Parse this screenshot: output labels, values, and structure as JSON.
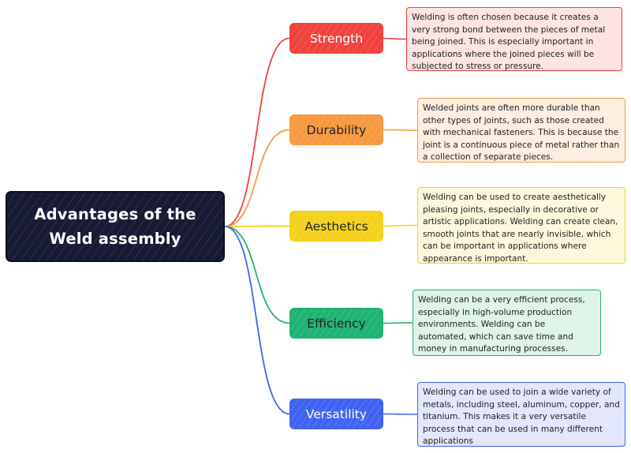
{
  "root": {
    "line1": "Advantages of the",
    "line2": "Weld assembly",
    "color": "#171a35"
  },
  "branches": [
    {
      "label": "Strength",
      "color": "#f0423c",
      "text_color": "#ffffff",
      "note": "Welding is often chosen because it creates a very strong bond between the pieces of metal being joined. This is especially important in applications where the joined pieces will be subjected to stress or pressure.",
      "note_bg": "#fde4e2"
    },
    {
      "label": "Durability",
      "color": "#f7993f",
      "text_color": "#222222",
      "note": "Welded joints are often more durable than other types of joints, such as those created with mechanical fasteners. This is because the joint is a continuous piece of metal rather than a collection of separate pieces.",
      "note_bg": "#fdeedf"
    },
    {
      "label": "Aesthetics",
      "color": "#f5d01c",
      "text_color": "#222222",
      "note": "Welding can be used to create aesthetically pleasing joints, especially in decorative or artistic applications. Welding can create clean, smooth joints that are nearly invisible, which can be important in applications where appearance is important.",
      "note_bg": "#fdf8dc"
    },
    {
      "label": "Efficiency",
      "color": "#20b272",
      "text_color": "#222222",
      "note": "Welding can be a very efficient process, especially in high-volume production environments. Welding can be automated, which can save time and money in manufacturing processes.",
      "note_bg": "#def4e9"
    },
    {
      "label": "Versatility",
      "color": "#3f63f0",
      "text_color": "#ffffff",
      "note": "Welding can be used to join a wide variety of metals, including steel, aluminum, copper, and titanium. This makes it a very versatile process that can be used in many different applications",
      "note_bg": "#e2e7fd"
    }
  ]
}
